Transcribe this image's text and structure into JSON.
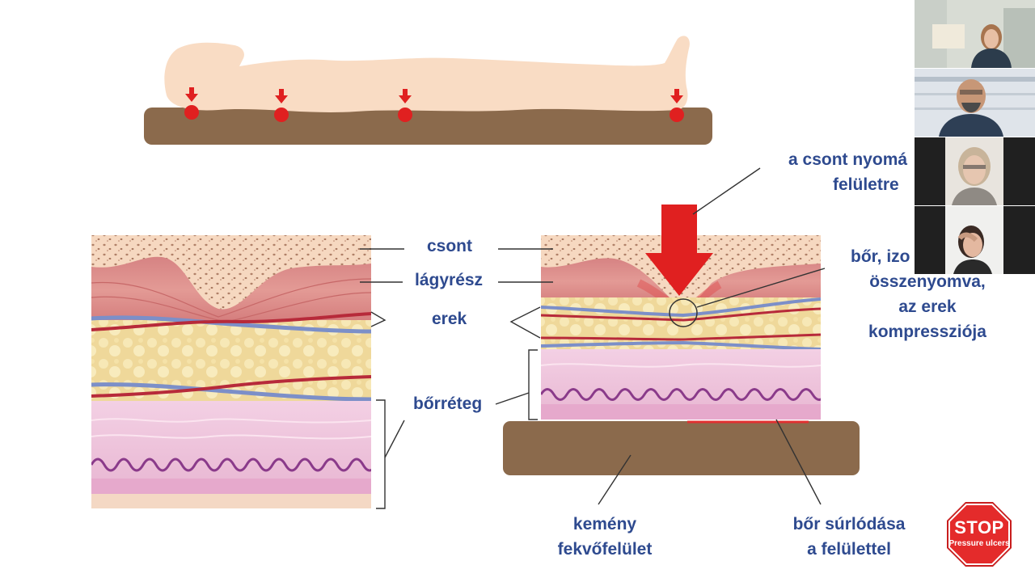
{
  "labels": {
    "csont": "csont",
    "lagyresz": "lágyrész",
    "erek": "erek",
    "borreteg": "bőrréteg",
    "csont_nyomas_line1": "a csont nyomá",
    "csont_nyomas_line2": "felületre",
    "bor_line1": "bőr, izo",
    "bor_line2": "összenyomva,",
    "bor_line3": "az erek",
    "bor_line4": "kompressziója",
    "kemeny_line1": "kemény",
    "kemeny_line2": "fekvőfelület",
    "surlodas_line1": "bőr súrlódása",
    "surlodas_line2": "a felülettel"
  },
  "logo": {
    "stop_text": "STOP",
    "stop_subtext": "Pressure ulcers"
  },
  "colors": {
    "label_text": "#2e4a8f",
    "arrow_red": "#e02020",
    "mattress": "#8b6a4c",
    "body_skin": "#f9dcc4",
    "bone": "#f4d2b8",
    "soft_tissue": "#d98080",
    "fat": "#f0dc9a",
    "skin_layer": "#f0c4dc",
    "stop_sign": "#e42b2b"
  },
  "participants": [
    {
      "name": "participant-1-video"
    },
    {
      "name": "participant-2-video"
    },
    {
      "name": "participant-3-video"
    },
    {
      "name": "participant-4-video"
    }
  ]
}
